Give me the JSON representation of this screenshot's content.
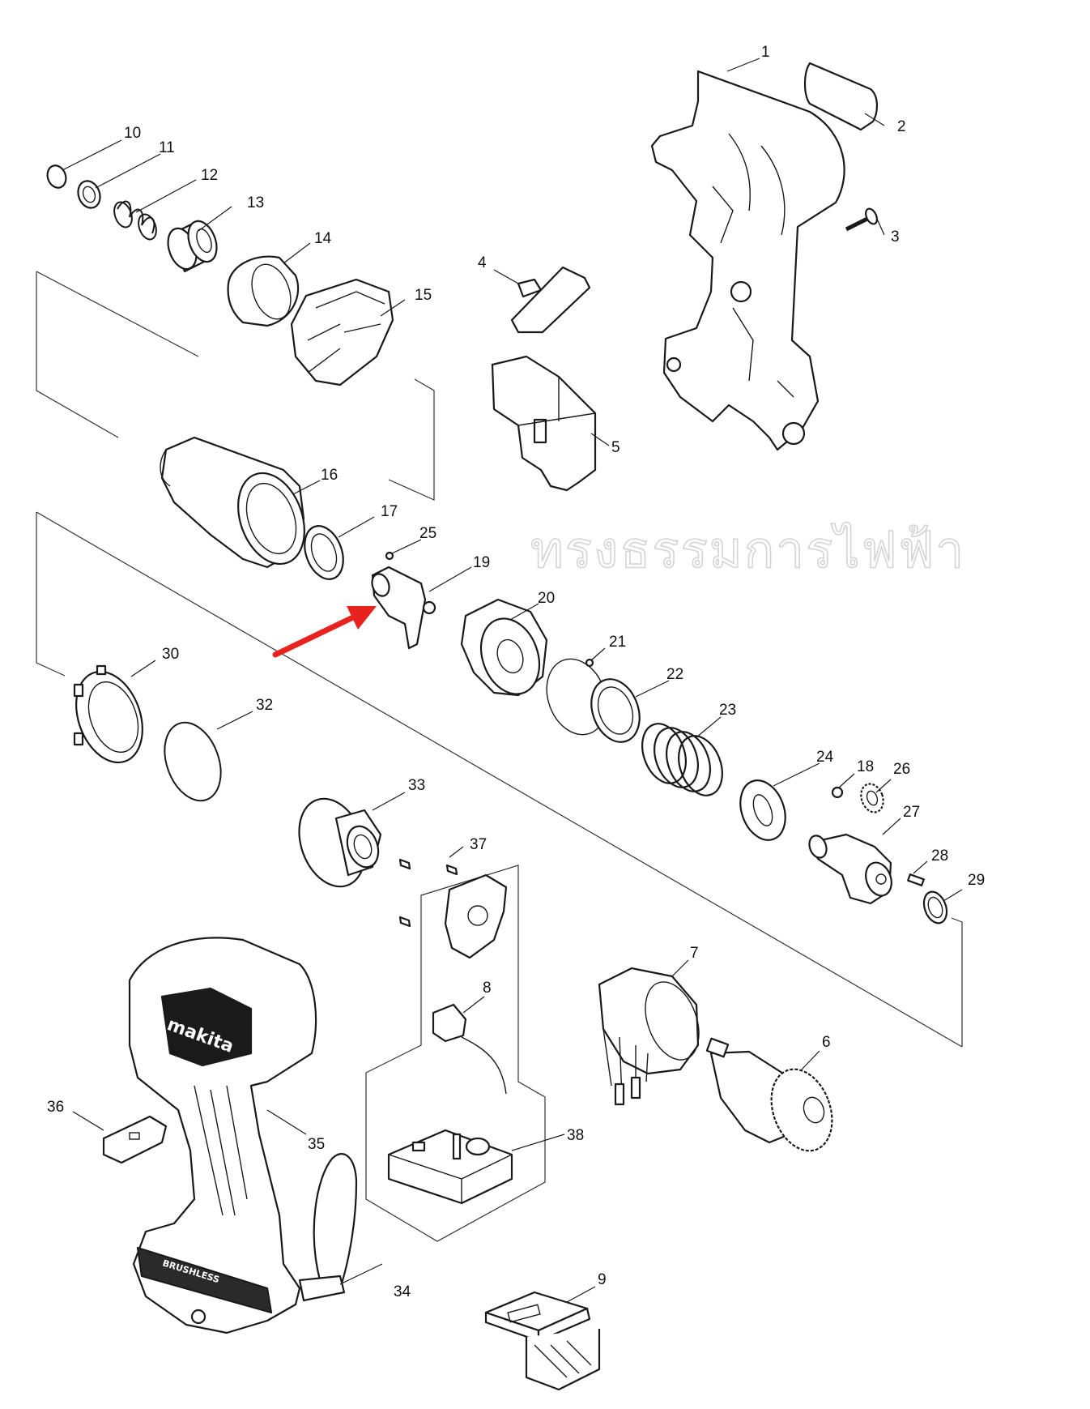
{
  "watermark": "ทรงธรรมการไฟฟ้า",
  "brand_logo": "makita",
  "housing_text": "BRUSHLESS",
  "arrow_color": "#e8231f",
  "arrow_target_part": "19",
  "part_labels": {
    "p1": "1",
    "p2": "2",
    "p3": "3",
    "p4": "4",
    "p5": "5",
    "p6": "6",
    "p7": "7",
    "p8": "8",
    "p9": "9",
    "p10": "10",
    "p11": "11",
    "p12": "12",
    "p13": "13",
    "p14": "14",
    "p15": "15",
    "p16": "16",
    "p17": "17",
    "p18": "18",
    "p19": "19",
    "p20": "20",
    "p21": "21",
    "p22": "22",
    "p23": "23",
    "p24": "24",
    "p25": "25",
    "p26": "26",
    "p27": "27",
    "p28": "28",
    "p29": "29",
    "p30": "30",
    "p32": "32",
    "p33": "33",
    "p34": "34",
    "p35": "35",
    "p36": "36",
    "p37": "37",
    "p38": "38"
  }
}
